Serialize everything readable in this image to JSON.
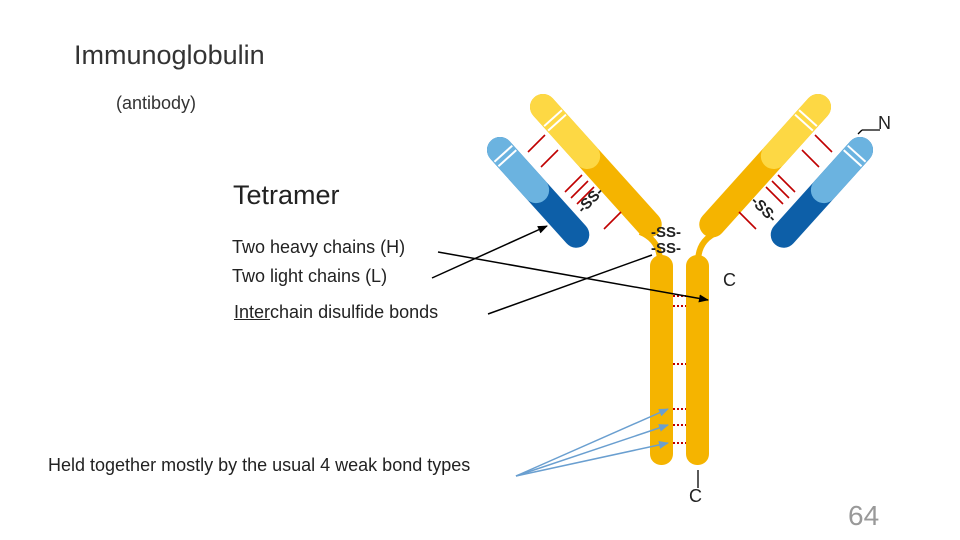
{
  "slide": {
    "title": "Immunoglobulin",
    "subtitle": "(antibody)",
    "heading": "Tetramer",
    "items": [
      {
        "text": "Two heavy chains (H)"
      },
      {
        "text": "Two light chains (L)"
      },
      {
        "underlined": "Inter",
        "rest": "chain disulfide bonds"
      }
    ],
    "note": "Held together mostly by the usual 4 weak bond types",
    "page_number": "64"
  },
  "diagram": {
    "labels": {
      "n_terminus": "N",
      "c_terminus_upper": "C",
      "c_terminus_lower": "C",
      "disulfide_left": "-SS-",
      "disulfide_right": "-SS-",
      "hinge_top": "-SS-",
      "hinge_bottom": "-SS-"
    },
    "colors": {
      "heavy_chain": "#F5B400",
      "heavy_chain_light": "#FDD844",
      "light_chain": "#6BB3E0",
      "light_chain_dark": "#0D5FA8",
      "bonds": "#C00000",
      "black_arrow": "#000000",
      "blue_arrow": "#6A9FD0"
    }
  }
}
